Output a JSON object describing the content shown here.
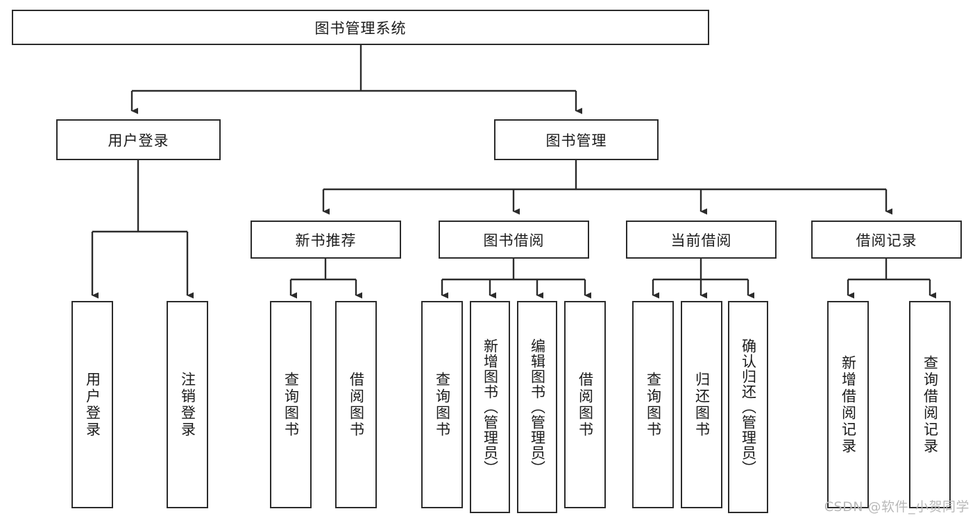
{
  "diagram": {
    "title": "图书管理系统",
    "type": "tree-hierarchy-diagram",
    "colors": {
      "stroke": "#2b2b2b",
      "fill": "#ffffff",
      "text": "#1b1b1b",
      "watermark": "#b9b9b9"
    },
    "root": {
      "label": "图书管理系统"
    },
    "level1": [
      {
        "label": "用户登录"
      },
      {
        "label": "图书管理"
      }
    ],
    "level2": [
      {
        "label": "新书推荐"
      },
      {
        "label": "图书借阅"
      },
      {
        "label": "当前借阅"
      },
      {
        "label": "借阅记录"
      }
    ],
    "leaves": {
      "user_login": [
        {
          "label": "用户登录"
        },
        {
          "label": "注销登录"
        }
      ],
      "new_book_recommend": [
        {
          "label": "查询图书"
        },
        {
          "label": "借阅图书"
        }
      ],
      "book_borrow": [
        {
          "label": "查询图书"
        },
        {
          "label": "新增图书（管理员）"
        },
        {
          "label": "编辑图书（管理员）"
        },
        {
          "label": "借阅图书"
        }
      ],
      "current_borrow": [
        {
          "label": "查询图书"
        },
        {
          "label": "归还图书"
        },
        {
          "label": "确认归还（管理员）"
        }
      ],
      "borrow_records": [
        {
          "label": "新增借阅记录"
        },
        {
          "label": "查询借阅记录"
        }
      ]
    }
  },
  "watermark": {
    "text": "CSDN @软件_小贺同学"
  }
}
